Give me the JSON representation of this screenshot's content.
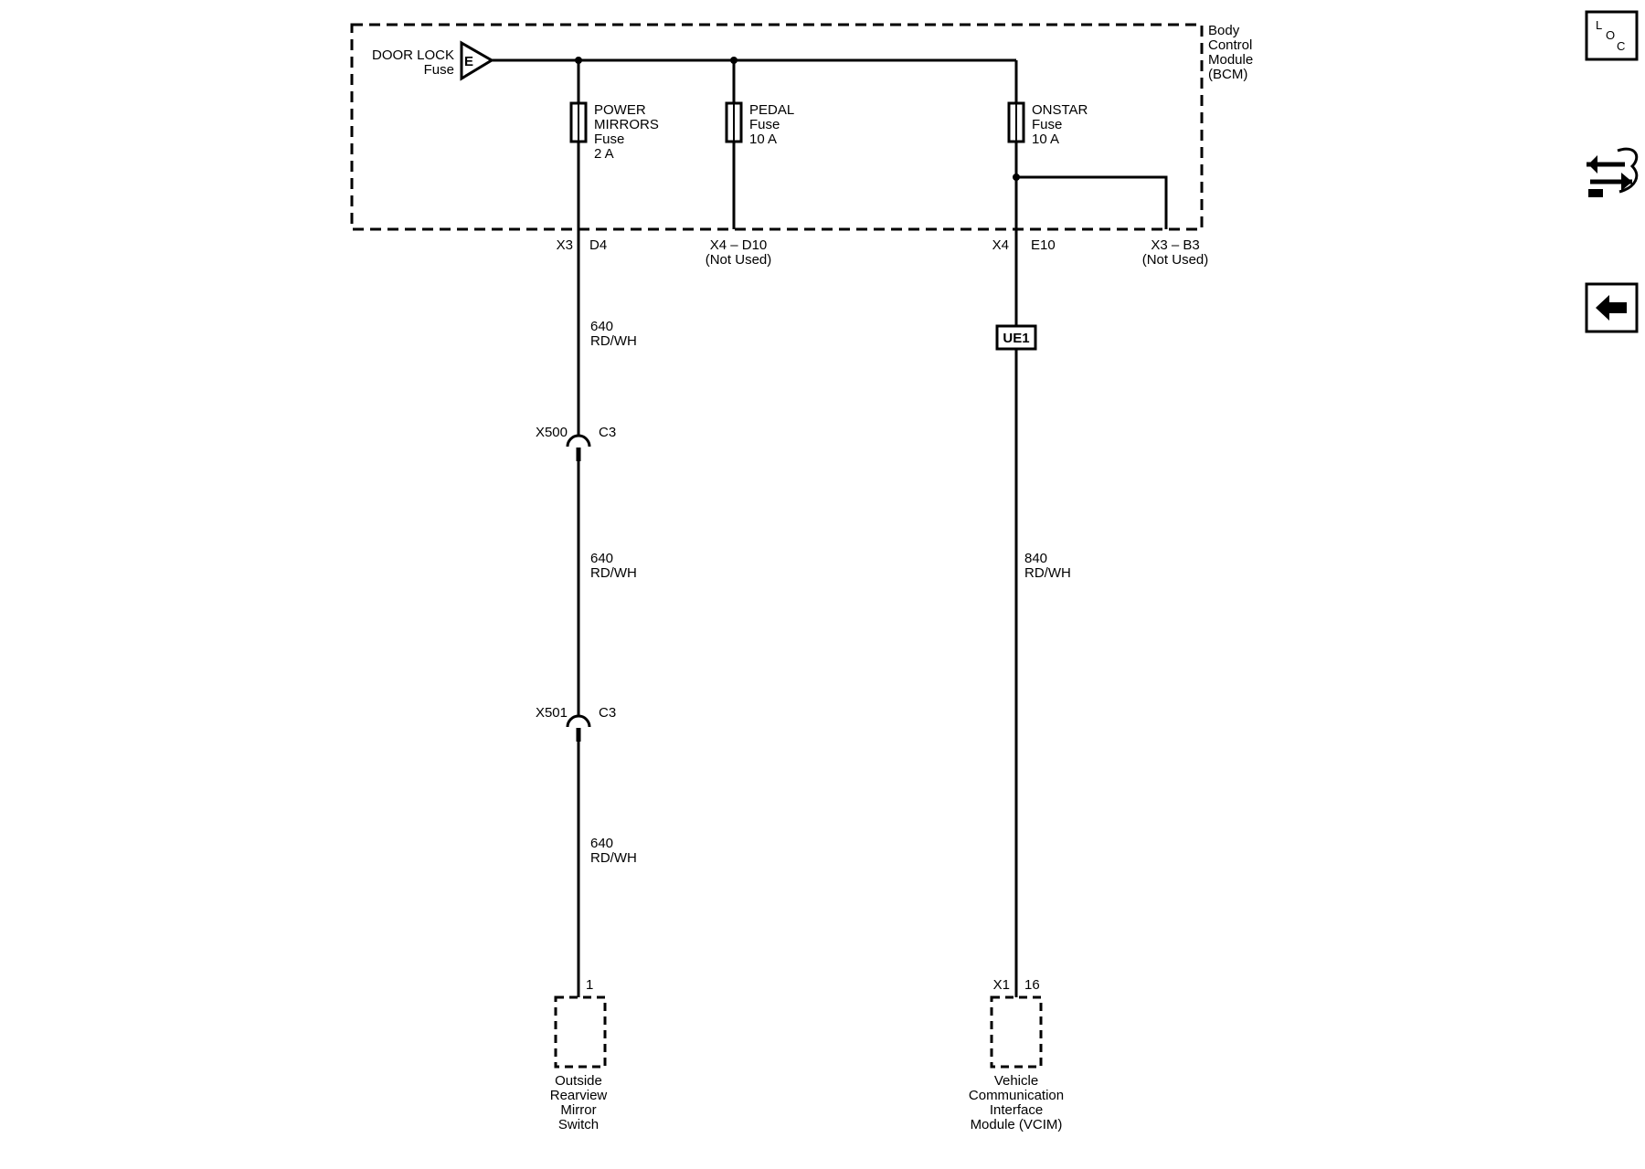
{
  "bcm": {
    "label_lines": [
      "Body",
      "Control",
      "Module",
      "(BCM)"
    ]
  },
  "door_lock_fuse": {
    "name": "DOOR LOCK",
    "type": "Fuse",
    "bus_letter": "E"
  },
  "fuses": {
    "power_mirrors": [
      "POWER",
      "MIRRORS",
      "Fuse",
      "2 A"
    ],
    "pedal": [
      "PEDAL",
      "Fuse",
      "10 A"
    ],
    "onstar": [
      "ONSTAR",
      "Fuse",
      "10 A"
    ]
  },
  "bcm_pins": {
    "x3_connector": "X3",
    "d4_pin": "D4",
    "x4_d10": "X4 – D10",
    "x4_d10_note": "(Not Used)",
    "x4_connector": "X4",
    "e10_pin": "E10",
    "x3_b3": "X3 – B3",
    "x3_b3_note": "(Not Used)"
  },
  "wires": {
    "mirror_seg1": [
      "640",
      "RD/WH"
    ],
    "mirror_seg2": [
      "640",
      "RD/WH"
    ],
    "mirror_seg3": [
      "640",
      "RD/WH"
    ],
    "vcim_seg": [
      "840",
      "RD/WH"
    ]
  },
  "inline_connectors": {
    "x500": {
      "name": "X500",
      "pin": "C3"
    },
    "x501": {
      "name": "X501",
      "pin": "C3"
    }
  },
  "splice": {
    "label": "UE1"
  },
  "components": {
    "mirror_switch": {
      "pin": "1",
      "label_lines": [
        "Outside",
        "Rearview",
        "Mirror",
        "Switch"
      ]
    },
    "vcim": {
      "connector": "X1",
      "pin": "16",
      "label_lines": [
        "Vehicle",
        "Communication",
        "Interface",
        "Module (VCIM)"
      ]
    }
  },
  "sidebar": {
    "loc_letters": [
      "L",
      "O",
      "C"
    ],
    "icons": [
      "loc-icon",
      "connector-wrench-icon",
      "back-arrow-icon"
    ]
  }
}
